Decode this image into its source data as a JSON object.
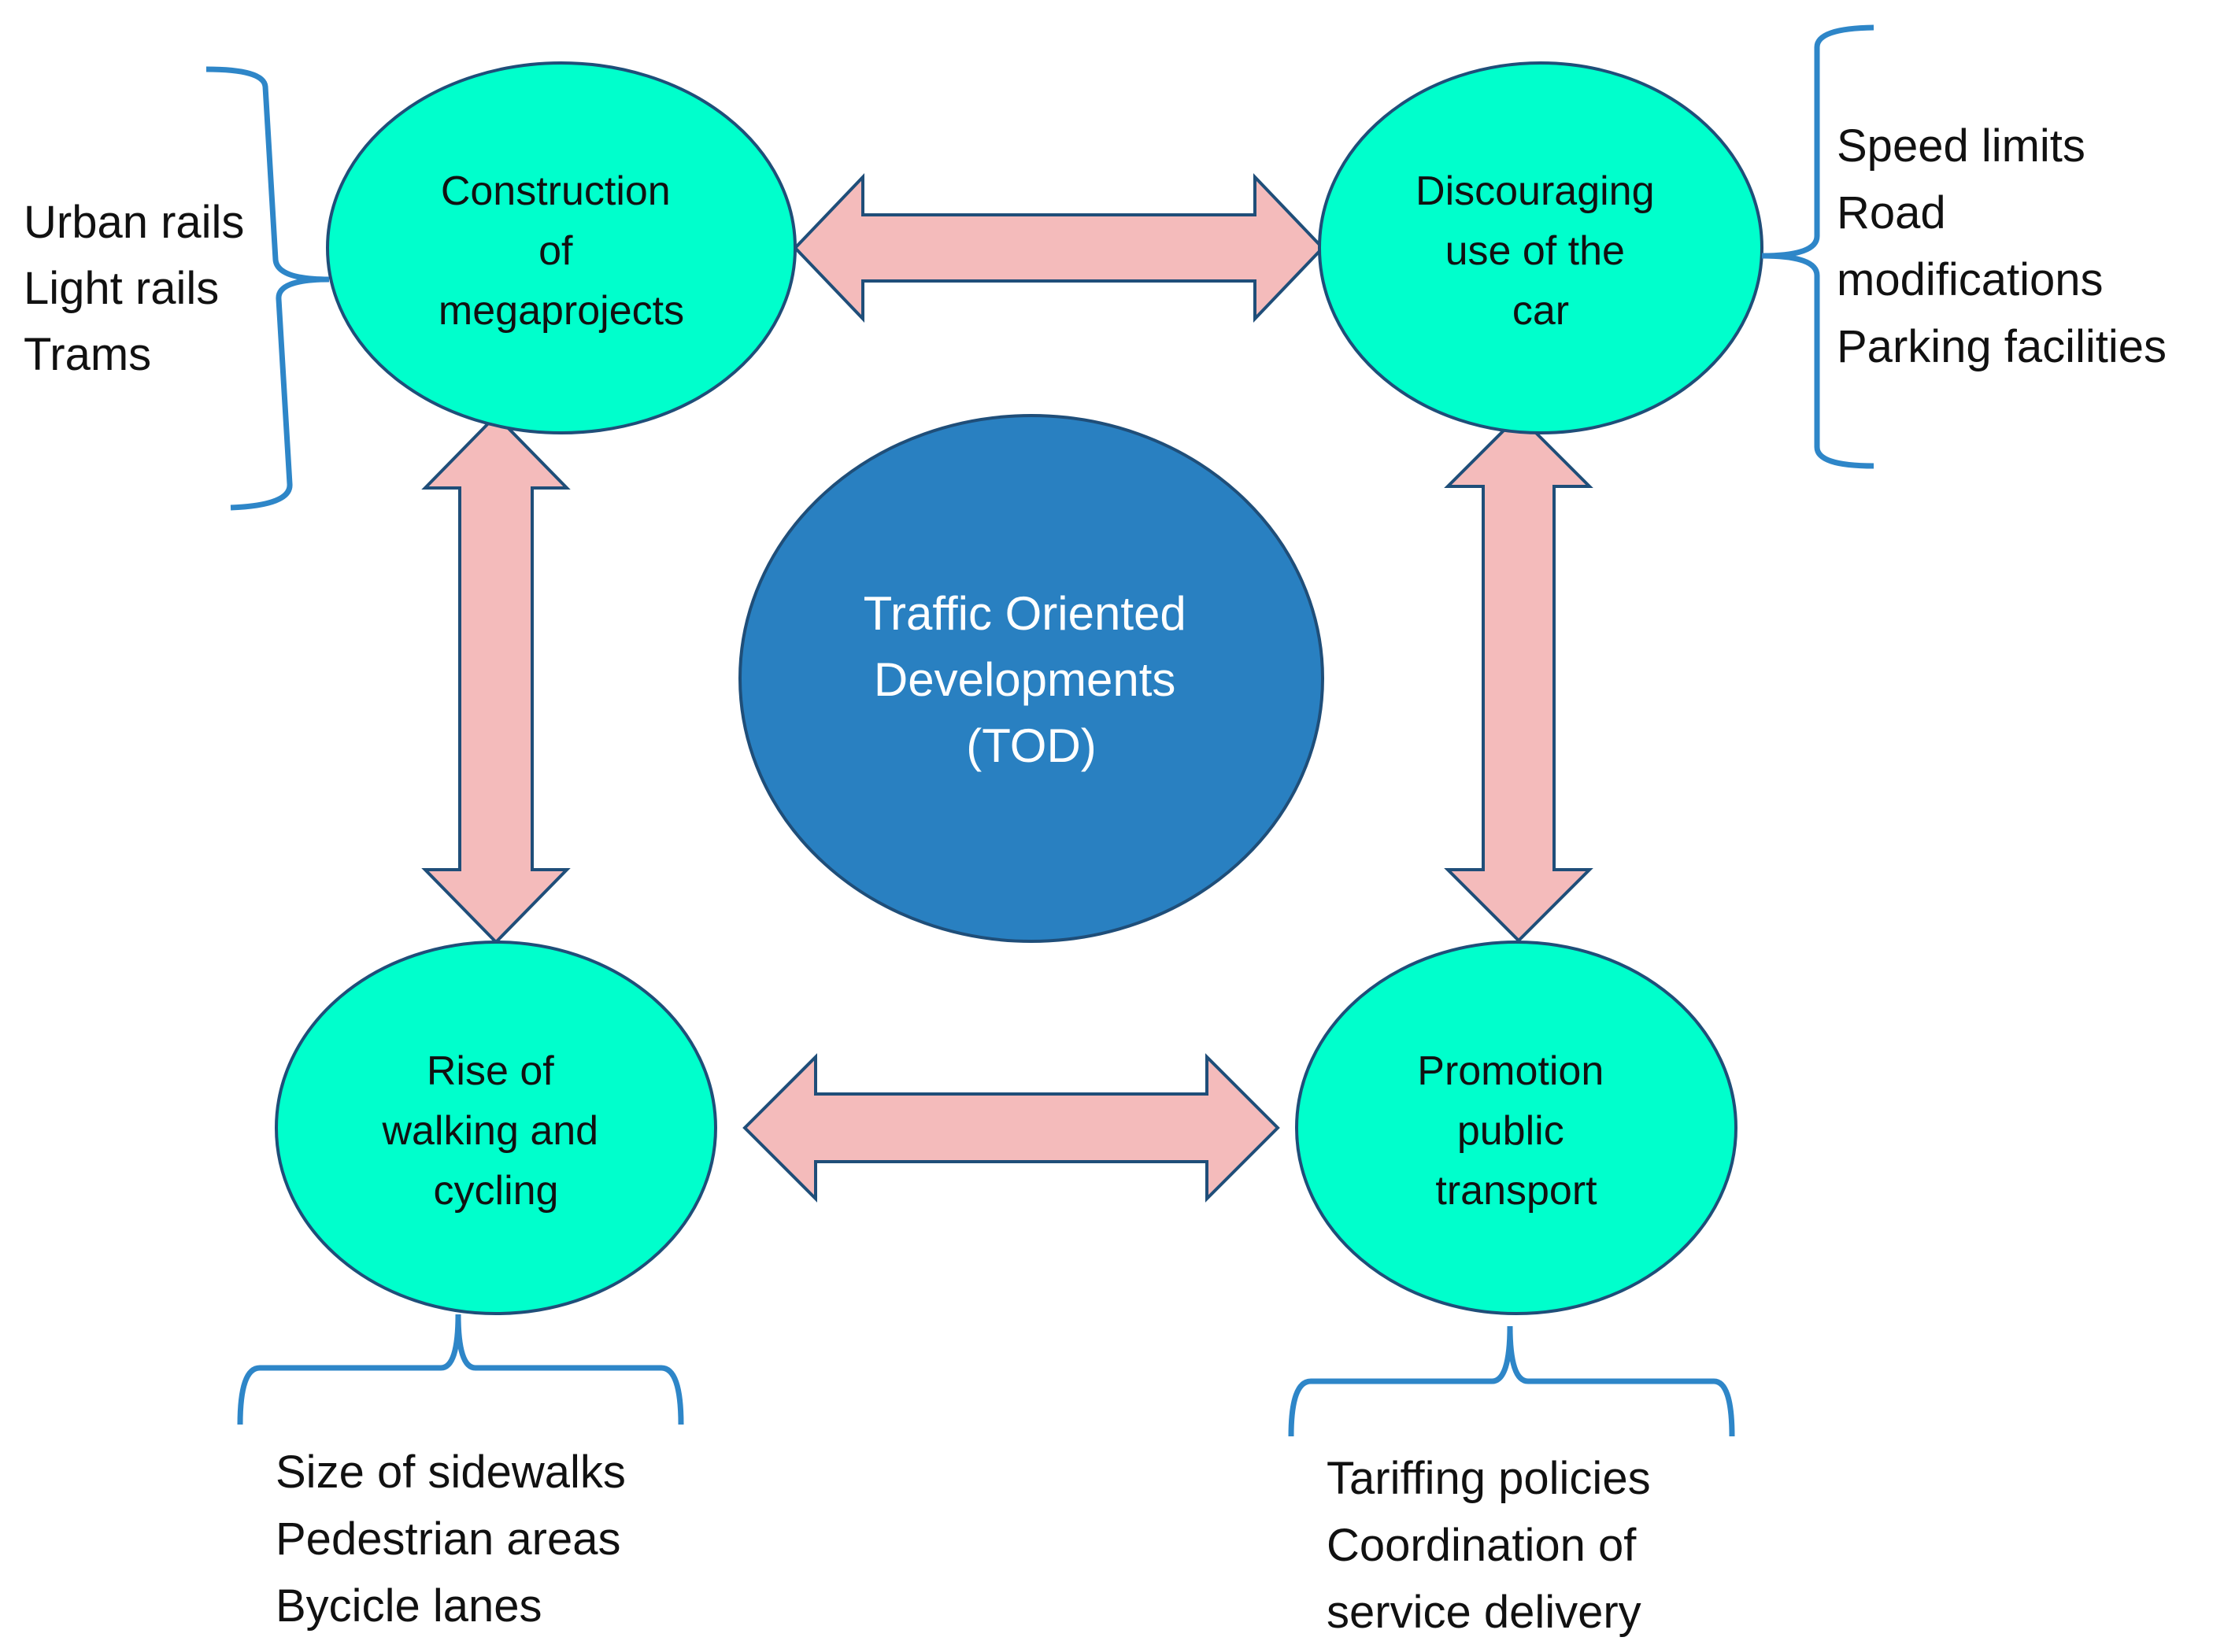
{
  "center": {
    "lines": [
      "Traffic Oriented",
      "Developments",
      "(TOD)"
    ]
  },
  "nodes": {
    "top_left": {
      "lines": [
        "Construction",
        "of",
        "megaprojects"
      ]
    },
    "top_right": {
      "lines": [
        "Discouraging",
        "use of the",
        "car"
      ]
    },
    "bottom_left": {
      "lines": [
        "Rise of",
        "walking and",
        "cycling"
      ]
    },
    "bottom_right": {
      "lines": [
        "Promotion",
        "public",
        "transport"
      ]
    }
  },
  "lists": {
    "left": [
      "Urban rails",
      "Light rails",
      "Trams"
    ],
    "right": [
      "Speed limits",
      "Road",
      "modifications",
      "Parking facilities"
    ],
    "bottom_left": [
      "Size of sidewalks",
      "Pedestrian areas",
      "Bycicle lanes"
    ],
    "bottom_right": [
      "Tariffing policies",
      "Coordination of",
      "service delivery"
    ]
  },
  "colors": {
    "node_fill": "#00FFCC",
    "node_stroke": "#1F4E79",
    "center_fill": "#2980C1",
    "arrow_fill": "#F4BBBB",
    "bracket_stroke": "#2E86C8"
  }
}
